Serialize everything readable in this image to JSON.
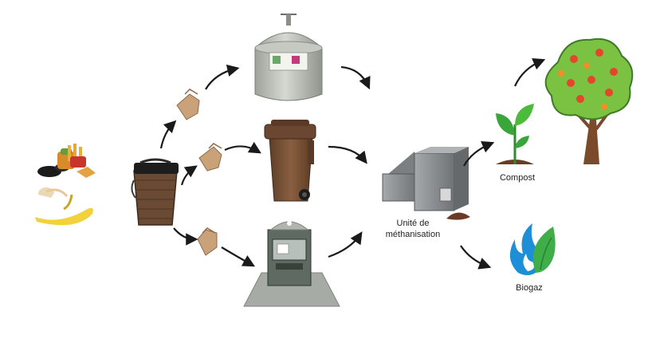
{
  "labels": {
    "unit": "Unité de\nméthanisation",
    "compost": "Compost",
    "biogaz": "Biogaz"
  },
  "colors": {
    "arrow": "#1a1a1a",
    "kraft_bag": "#c9a27a",
    "wicker_bin": "#6b4a34",
    "brown_bin": "#7a5236",
    "dome_container": "#b9bdb6",
    "underground_bin": "#5e6a62",
    "digester": "#8c8f92",
    "leaf_green": "#3aa63a",
    "tree_foliage": "#7cc242",
    "fruit_red": "#e5452b",
    "trunk": "#7a4a2a",
    "flame_blue": "#1e8fd6",
    "flame_green": "#3fae49"
  },
  "icons": [
    "food-waste-icon",
    "kitchen-caddy-icon",
    "kraft-bag-icon",
    "dome-container-icon",
    "brown-bin-icon",
    "underground-bin-icon",
    "digester-icon",
    "compost-pile-icon",
    "seedling-icon",
    "fruit-tree-icon",
    "biogas-flame-icon"
  ]
}
